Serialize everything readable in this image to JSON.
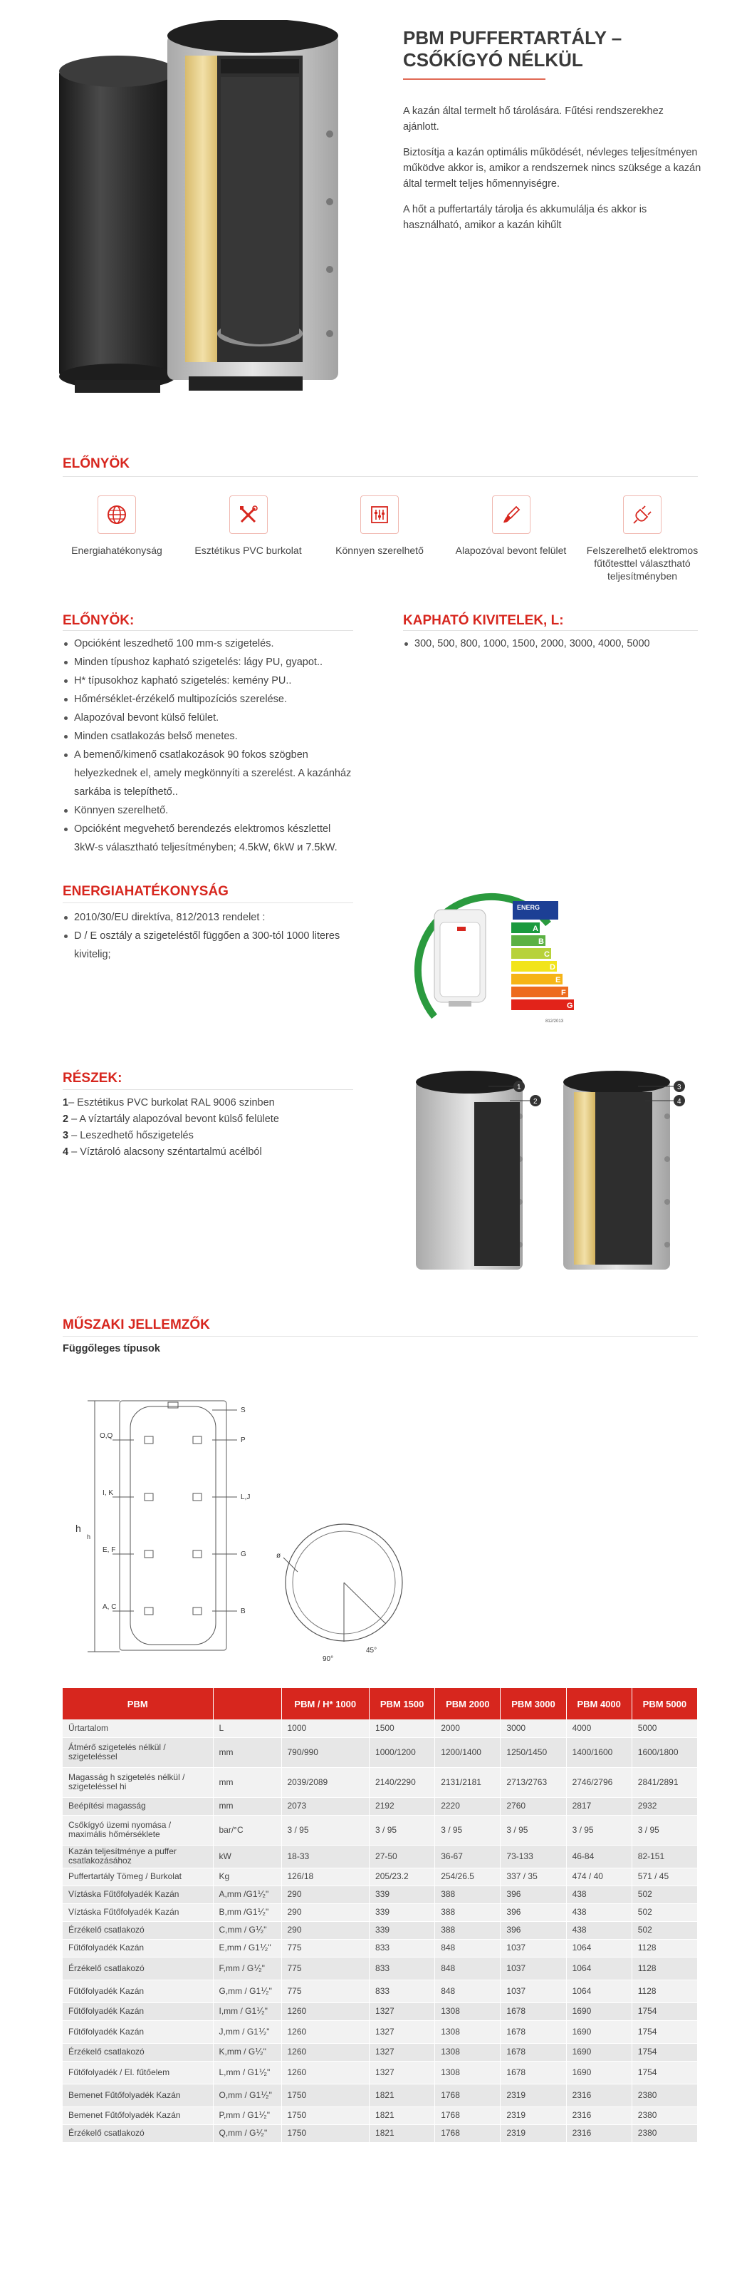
{
  "product": {
    "title": "PBM PUFFERTARTÁLY – CSŐKÍGYÓ NÉLKÜL",
    "intro": [
      "A kazán által termelt hő tárolására. Fűtési rendszerekhez ajánlott.",
      "Biztosítja a kazán optimális működését, névleges teljesítményen működve akkor is, amikor a rendszernek nincs szüksége a kazán által termelt teljes hőmennyiségre.",
      "A hőt a puffertartály tárolja és akkumulálja és akkor is használható, amikor a kazán kihűlt"
    ]
  },
  "features": {
    "heading": "ELŐNYÖK",
    "items": [
      {
        "label": "Energiahatékonyság",
        "icon": "globe-icon"
      },
      {
        "label": "Esztétikus PVC burkolat",
        "icon": "tools-icon"
      },
      {
        "label": "Könnyen szerelhető",
        "icon": "sliders-icon"
      },
      {
        "label": "Alapozóval bevont felület",
        "icon": "brush-icon"
      },
      {
        "label": "Felszerelhető elektromos fűtőtesttel választható teljesítményben",
        "icon": "plug-icon"
      }
    ]
  },
  "advantages": {
    "heading": "ELŐNYÖK:",
    "items": [
      "Opcióként leszedhető 100 mm-s szigetelés.",
      "Minden típushoz kapható szigetelés: lágy PU, gyapot..",
      "H* típusokhoz kapható szigetelés: kemény PU..",
      "Hőmérséklet-érzékelő multipozíciós szerelése.",
      "Alapozóval bevont külső felület.",
      "Minden csatlakozás belső menetes.",
      "A bemenő/kimenő csatlakozások 90 fokos szögben helyezkednek el, amely megkönnyíti a szerelést. A kazánház sarkába is telepíthető..",
      "Könnyen szerelhető.",
      "Opcióként megvehető berendezés elektromos készlettel 3kW-s választható teljesítményben; 4.5kW, 6kW и 7.5kW."
    ]
  },
  "versions": {
    "heading": "KAPHATÓ KIVITELEK, L:",
    "items": [
      "300, 500, 800, 1000, 1500, 2000, 3000, 4000, 5000"
    ]
  },
  "energy": {
    "heading": "ENERGIAHATÉKONYSÁG",
    "items": [
      "2010/30/EU direktíva, 812/2013 rendelet :",
      "D / E osztály a szigeteléstől függően a 300-tól 1000 literes kivitelig;"
    ],
    "label_title": "ENERG",
    "classes": [
      "A",
      "B",
      "C",
      "D",
      "E",
      "F",
      "G"
    ],
    "class_colors": [
      "#1a9a3e",
      "#5bb143",
      "#b7d23a",
      "#f2e41b",
      "#f6b417",
      "#ed6b1f",
      "#e2231a"
    ],
    "footer": "812/2013"
  },
  "parts": {
    "heading": "RÉSZEK:",
    "items": [
      {
        "num": "1",
        "sep": "– ",
        "text": "Esztétikus PVC burkolat RAL 9006 szinben"
      },
      {
        "num": "2",
        "sep": " – ",
        "text": "A víztartály alapozóval bevont külső felülete"
      },
      {
        "num": "3",
        "sep": " – ",
        "text": "Leszedhető hőszigetelés"
      },
      {
        "num": "4",
        "sep": " – ",
        "text": "Víztároló alacsony széntartalmú acélból"
      }
    ],
    "callouts": [
      "1",
      "2",
      "3",
      "4"
    ]
  },
  "tech": {
    "heading": "MŰSZAKI JELLEMZŐK",
    "subheading": "Függőleges típusok",
    "drawing_labels": {
      "left": [
        "O,Q",
        "I, K",
        "E, F",
        "A, C"
      ],
      "right": [
        "S",
        "P",
        "L,J",
        "G",
        "B"
      ],
      "h": "h",
      "h_sub": "h",
      "phi": "ø",
      "ang45": "45°",
      "ang90": "90°"
    }
  },
  "table": {
    "headers": [
      "PBM",
      "",
      "PBM / H* 1000",
      "PBM 1500",
      "PBM 2000",
      "PBM 3000",
      "PBM 4000",
      "PBM 5000"
    ],
    "rows": [
      [
        "Űrtartalom",
        "L",
        "1000",
        "1500",
        "2000",
        "3000",
        "4000",
        "5000"
      ],
      [
        "Átmérő szigetelés nélkül / szigeteléssel",
        "mm",
        "790/990",
        "1000/1200",
        "1200/1400",
        "1250/1450",
        "1400/1600",
        "1600/1800"
      ],
      [
        "Magasság h szigetelés nélkül / szigeteléssel hi",
        "mm",
        "2039/2089",
        "2140/2290",
        "2131/2181",
        "2713/2763",
        "2746/2796",
        "2841/2891"
      ],
      [
        "Beépítési magasság",
        "mm",
        "2073",
        "2192",
        "2220",
        "2760",
        "2817",
        "2932"
      ],
      [
        "Csőkígyó üzemi nyomása / maximális hőmérséklete",
        "bar/°C",
        "3 / 95",
        "3 / 95",
        "3 / 95",
        "3 / 95",
        "3 / 95",
        "3 / 95"
      ],
      [
        "Kazán teljesítménye a puffer csatlakozásához",
        "kW",
        "18-33",
        "27-50",
        "36-67",
        "73-133",
        "46-84",
        "82-151"
      ],
      [
        "Puffertartály Tömeg / Burkolat",
        "Kg",
        "126/18",
        "205/23.2",
        "254/26.5",
        "337 / 35",
        "474 / 40",
        "571 / 45"
      ],
      [
        "Víztáska Fűtőfolyadék Kazán",
        "A,mm /G1⅟₂\"",
        "290",
        "339",
        "388",
        "396",
        "438",
        "502"
      ],
      [
        "Víztáska Fűtőfolyadék Kazán",
        "B,mm /G1⅟₂\"",
        "290",
        "339",
        "388",
        "396",
        "438",
        "502"
      ],
      [
        "Érzékelő csatlakozó",
        "C,mm / G⅟₂\"",
        "290",
        "339",
        "388",
        "396",
        "438",
        "502"
      ],
      [
        "Fűtőfolyadék Kazán",
        "E,mm / G1⅟₂\"",
        "775",
        "833",
        "848",
        "1037",
        "1064",
        "1128"
      ],
      [
        "Érzékelő csatlakozó",
        "F,mm / G⅟₂\"",
        "775",
        "833",
        "848",
        "1037",
        "1064",
        "1128"
      ],
      [
        "Fűtőfolyadék Kazán",
        "G,mm / G1⅟₂\"",
        "775",
        "833",
        "848",
        "1037",
        "1064",
        "1128"
      ],
      [
        "Fűtőfolyadék Kazán",
        "I,mm / G1⅟₂\"",
        "1260",
        "1327",
        "1308",
        "1678",
        "1690",
        "1754"
      ],
      [
        "Fűtőfolyadék Kazán",
        "J,mm / G1⅟₂\"",
        "1260",
        "1327",
        "1308",
        "1678",
        "1690",
        "1754"
      ],
      [
        "Érzékelő csatlakozó",
        "K,mm / G⅟₂\"",
        "1260",
        "1327",
        "1308",
        "1678",
        "1690",
        "1754"
      ],
      [
        "Fűtőfolyadék / El. fűtőelem",
        "L,mm / G1⅟₂\"",
        "1260",
        "1327",
        "1308",
        "1678",
        "1690",
        "1754"
      ],
      [
        "Bemenet Fűtőfolyadék Kazán",
        "O,mm / G1⅟₂\"",
        "1750",
        "1821",
        "1768",
        "2319",
        "2316",
        "2380"
      ],
      [
        "Bemenet Fűtőfolyadék Kazán",
        "P,mm / G1⅟₂\"",
        "1750",
        "1821",
        "1768",
        "2319",
        "2316",
        "2380"
      ],
      [
        "Érzékelő csatlakozó",
        "Q,mm / G⅟₂\"",
        "1750",
        "1821",
        "1768",
        "2319",
        "2316",
        "2380"
      ]
    ]
  },
  "colors": {
    "accent": "#d7261e",
    "text": "#444444",
    "tank_dark": "#2b2b2b",
    "casing_silver": "#c9c9c9",
    "insulation": "#e9d49a"
  }
}
